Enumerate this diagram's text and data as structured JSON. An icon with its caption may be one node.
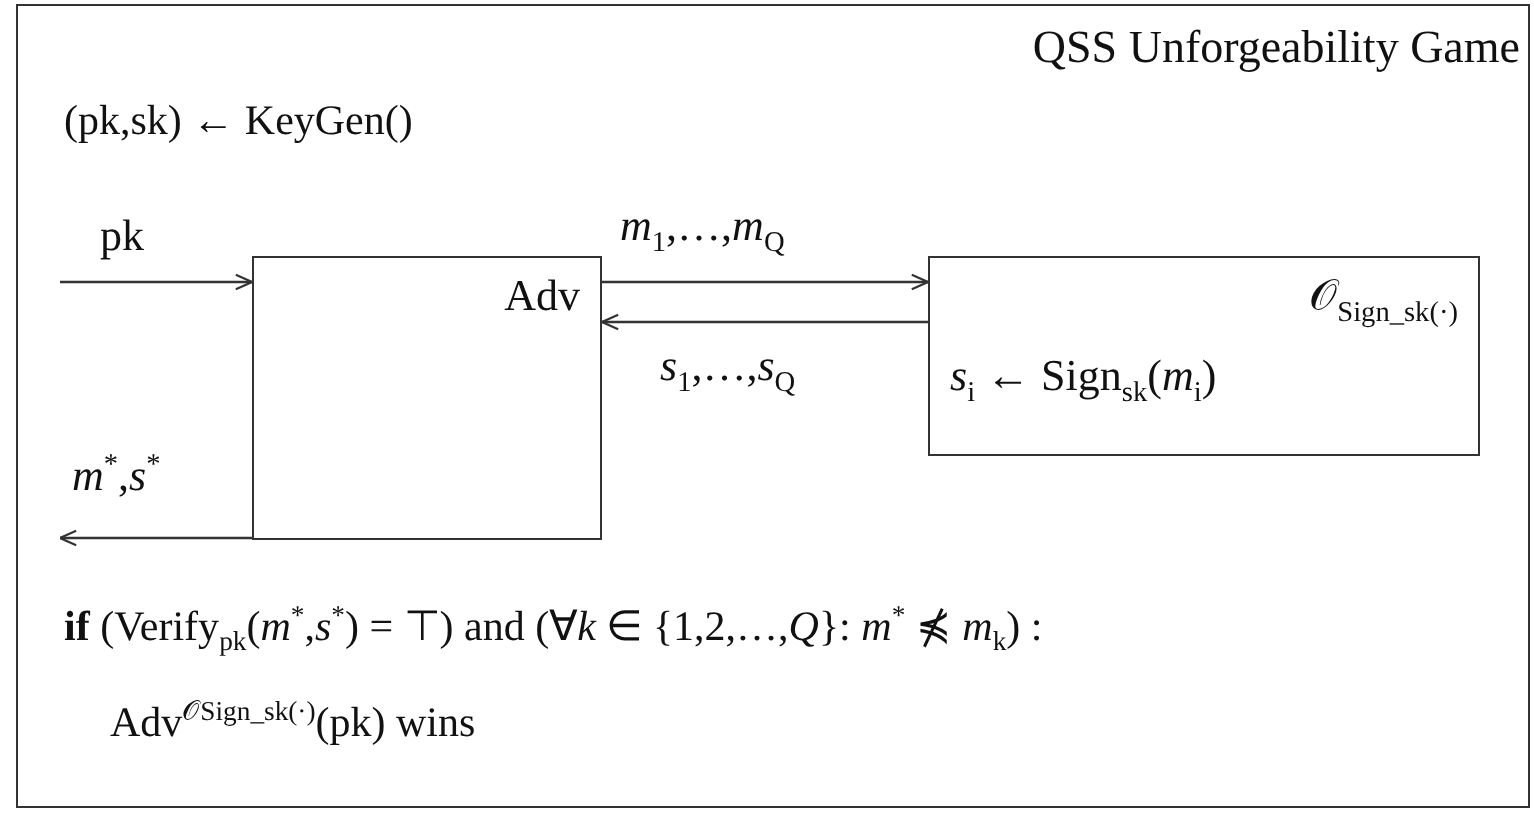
{
  "diagram": {
    "title": "QSS Unforgeability Game",
    "nodes": [
      {
        "text": [
          "Adv"
        ]
      },
      {
        "text": [
          "𝒪$_{Sign_sk(·)}$",
          "*s*$_{i}$ ← Sign$_{sk}$(*m*$_{i}$)"
        ]
      }
    ],
    "edges": [
      {
        "from": null,
        "to": 0,
        "arrow": "to",
        "label": "pk"
      },
      {
        "from": 0,
        "to": 1,
        "arrow": "to",
        "label": "*m*$_{1}$,…,*m*$_{Q}$"
      },
      {
        "from": 1,
        "to": 0,
        "arrow": "to",
        "label": "*s*$_{1}$,…,*s*$_{Q}$"
      },
      {
        "from": 0,
        "to": null,
        "arrow": "to",
        "label": "*m*$^{*}$,*s*$^{*}$"
      }
    ],
    "labels": [
      "(pk,sk) ← KeyGen()",
      "**if** (Verify$_{pk}$(*m*$^{*}$,*s*$^{*}$) = ⊤) and (∀*k* ∈ {1,2,…,*Q*}: *m*$^{*}$ ⋠ *m*$_{k}$) :",
      "Adv$^{𝒪Sign_sk(·)}$(pk) wins"
    ]
  }
}
